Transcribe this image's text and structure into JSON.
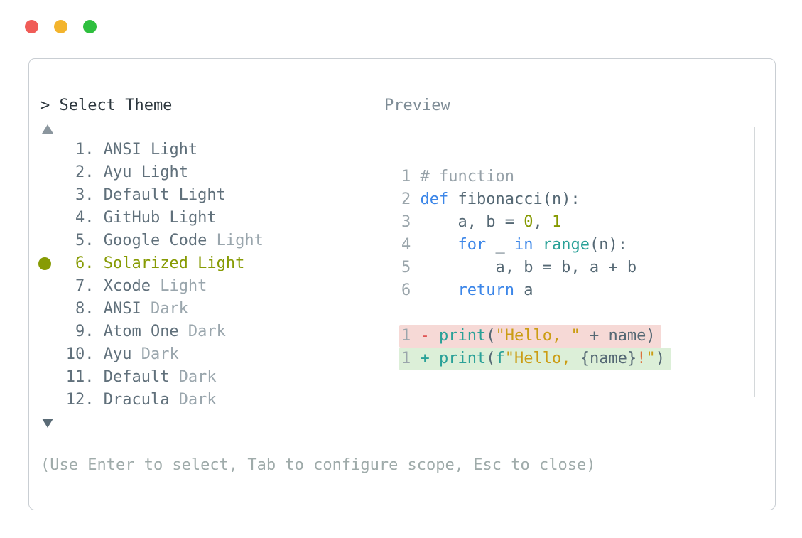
{
  "window": {
    "controls": [
      {
        "name": "close",
        "color": "#f05c57"
      },
      {
        "name": "minimize",
        "color": "#f3b42d"
      },
      {
        "name": "zoom",
        "color": "#2ebf3e"
      }
    ]
  },
  "panel": {
    "prompt": "> Select Theme",
    "preview_label": "Preview",
    "scroll_up_indicator": "▲",
    "scroll_down_indicator": "▼",
    "footer_hint": "(Use Enter to select, Tab to configure scope, Esc to close)",
    "theme_list": {
      "items": [
        {
          "number": "1",
          "name": "ANSI",
          "variant": "Light",
          "variant_dim": false,
          "selected": false
        },
        {
          "number": "2",
          "name": "Ayu",
          "variant": "Light",
          "variant_dim": false,
          "selected": false
        },
        {
          "number": "3",
          "name": "Default",
          "variant": "Light",
          "variant_dim": false,
          "selected": false
        },
        {
          "number": "4",
          "name": "GitHub",
          "variant": "Light",
          "variant_dim": false,
          "selected": false
        },
        {
          "number": "5",
          "name": "Google Code",
          "variant": "Light",
          "variant_dim": true,
          "selected": false
        },
        {
          "number": "6",
          "name": "Solarized",
          "variant": "Light",
          "variant_dim": false,
          "selected": true
        },
        {
          "number": "7",
          "name": "Xcode",
          "variant": "Light",
          "variant_dim": true,
          "selected": false
        },
        {
          "number": "8",
          "name": "ANSI",
          "variant": "Dark",
          "variant_dim": true,
          "selected": false
        },
        {
          "number": "9",
          "name": "Atom One",
          "variant": "Dark",
          "variant_dim": true,
          "selected": false
        },
        {
          "number": "10",
          "name": "Ayu",
          "variant": "Dark",
          "variant_dim": true,
          "selected": false
        },
        {
          "number": "11",
          "name": "Default",
          "variant": "Dark",
          "variant_dim": true,
          "selected": false
        },
        {
          "number": "12",
          "name": "Dracula",
          "variant": "Dark",
          "variant_dim": true,
          "selected": false
        }
      ]
    },
    "preview": {
      "code_lines": [
        {
          "no": "1",
          "tokens": [
            {
              "text": "# function",
              "style": "comment"
            }
          ]
        },
        {
          "no": "2",
          "tokens": [
            {
              "text": "def",
              "style": "keyword"
            },
            {
              "text": " fibonacci(n):",
              "style": "code"
            }
          ]
        },
        {
          "no": "3",
          "tokens": [
            {
              "text": "    a, b = ",
              "style": "code"
            },
            {
              "text": "0",
              "style": "number"
            },
            {
              "text": ", ",
              "style": "code"
            },
            {
              "text": "1",
              "style": "number"
            }
          ]
        },
        {
          "no": "4",
          "tokens": [
            {
              "text": "    ",
              "style": "code"
            },
            {
              "text": "for",
              "style": "keyword"
            },
            {
              "text": " _ ",
              "style": "code"
            },
            {
              "text": "in",
              "style": "keyword"
            },
            {
              "text": " ",
              "style": "code"
            },
            {
              "text": "range",
              "style": "function"
            },
            {
              "text": "(n):",
              "style": "code"
            }
          ]
        },
        {
          "no": "5",
          "tokens": [
            {
              "text": "        a, b = b, a + b",
              "style": "code"
            }
          ]
        },
        {
          "no": "6",
          "tokens": [
            {
              "text": "    ",
              "style": "code"
            },
            {
              "text": "return",
              "style": "keyword"
            },
            {
              "text": " a",
              "style": "code"
            }
          ]
        }
      ],
      "diff_lines": [
        {
          "no": "1",
          "kind": "removed",
          "tokens": [
            {
              "text": "-",
              "style": "removed"
            },
            {
              "text": " ",
              "style": "code"
            },
            {
              "text": "print",
              "style": "function"
            },
            {
              "text": "(",
              "style": "code"
            },
            {
              "text": "\"Hello, \"",
              "style": "string"
            },
            {
              "text": " + name)",
              "style": "code"
            }
          ]
        },
        {
          "no": "1",
          "kind": "added",
          "tokens": [
            {
              "text": "+",
              "style": "added"
            },
            {
              "text": " ",
              "style": "code"
            },
            {
              "text": "print",
              "style": "function"
            },
            {
              "text": "(",
              "style": "code"
            },
            {
              "text": "f",
              "style": "function"
            },
            {
              "text": "\"Hello, ",
              "style": "string"
            },
            {
              "text": "{name}",
              "style": "code"
            },
            {
              "text": "!",
              "style": "orange"
            },
            {
              "text": "\"",
              "style": "string"
            },
            {
              "text": ")",
              "style": "code"
            }
          ]
        }
      ]
    }
  },
  "colors": {
    "accent_selected": "#879b04",
    "list_text": "#60707b",
    "list_dim": "#9aa6ad",
    "prompt_text": "#2d373e",
    "preview_label_text": "#7e8c96",
    "footer_text": "#9fabaa",
    "panel_border": "#c9ced3",
    "preview_border": "#d4d8da",
    "diff_removed_bg": "#f6d9d6",
    "diff_added_bg": "#dcefd8",
    "syntax": {
      "comment": "#97a2a9",
      "lineno": "#9aa5ab",
      "code": "#556874",
      "keyword": "#3c86e8",
      "function": "#2aa198",
      "number": "#859900",
      "string": "#cb9d14",
      "removed": "#e05555",
      "added": "#2aa198",
      "orange": "#dc6d3a"
    }
  }
}
